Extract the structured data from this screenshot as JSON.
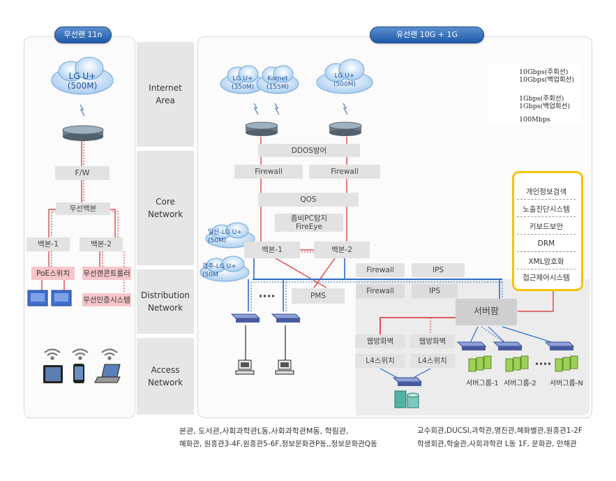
{
  "headers": {
    "wireless": "무선랜 11n",
    "wired": "유선랜 10G + 1G"
  },
  "layers": [
    "Internet Area",
    "Core Network",
    "Distribution Network",
    "Access Network"
  ],
  "wireless": {
    "cloud": {
      "name": "LG U+",
      "bw": "(500M)"
    },
    "fw": "F/W",
    "backbone": "무선백본",
    "b1": "백본-1",
    "b2": "백본-2",
    "poe": "PoE스위치",
    "controller": "무선랜콘트롤러",
    "auth": "무선인증시스템"
  },
  "wired": {
    "clouds": [
      {
        "name": "LG U+",
        "bw": "(350M)"
      },
      {
        "name": "Kornet",
        "bw": "(155M)"
      },
      {
        "name": "LG U+",
        "bw": "(500M)"
      }
    ],
    "ddos": "DDOS방어",
    "fw1": "Firewall",
    "fw2": "Firewall",
    "qos": "QOS",
    "zombie1": "좀비PC탐지",
    "zombie2": "FireEye",
    "b1": "백본-1",
    "b2": "백본-2",
    "ilsan1": "일산-LG U+",
    "ilsan2": "(50M)",
    "gyeongju1": "경주-LG U+",
    "gyeongju2": "(50M",
    "pms": "PMS",
    "fw_a": "Firewall",
    "ips_a": "IPS",
    "fw_b": "Firewall",
    "ips_b": "IPS",
    "serverfarm": "서버팜",
    "waf1": "웹방화벽",
    "waf2": "웹방화벽",
    "l4a": "L4스위치",
    "l4b": "L4스위치",
    "groups": [
      "서버그룹-1",
      "서버그룹-2",
      "서버그룹-N"
    ]
  },
  "security": [
    "개인정보검색",
    "노출진단시스템",
    "키보드보안",
    "DRM",
    "XML암호화",
    "접근제어시스템"
  ],
  "legend": [
    {
      "label": "10Gbps(주회선)",
      "color": "#2b6cc4",
      "style": "solid"
    },
    {
      "label": "10Gbps(백업회선)",
      "color": "#2b6cc4",
      "style": "dotted"
    },
    {
      "label": "1Gbps(주회선)",
      "color": "#d9262c",
      "style": "solid"
    },
    {
      "label": "1Gbps(백업회선)",
      "color": "#d9262c",
      "style": "dotted"
    },
    {
      "label": "100Mbps",
      "color": "#000000",
      "style": "solid"
    }
  ],
  "footer": {
    "left1": "본관, 도서관,사회과학관L동,사회과학관M동, 학림관,",
    "left2": "혜화관, 원흥관3-4F,원흥관5-6F,정보문화관P동,,정보문화관Q동",
    "right1": "교수회관,DUCSI,과학관,명진관,혜화별관,원흥관1-2F",
    "right2": "학생회관,학술관,사회과학관 L동 1F, 문화관, 만해관"
  },
  "colors": {
    "blue": "#2b6cc4",
    "red": "#d9262c",
    "pill": "#1f5aa8",
    "security_border": "#f5c400"
  }
}
